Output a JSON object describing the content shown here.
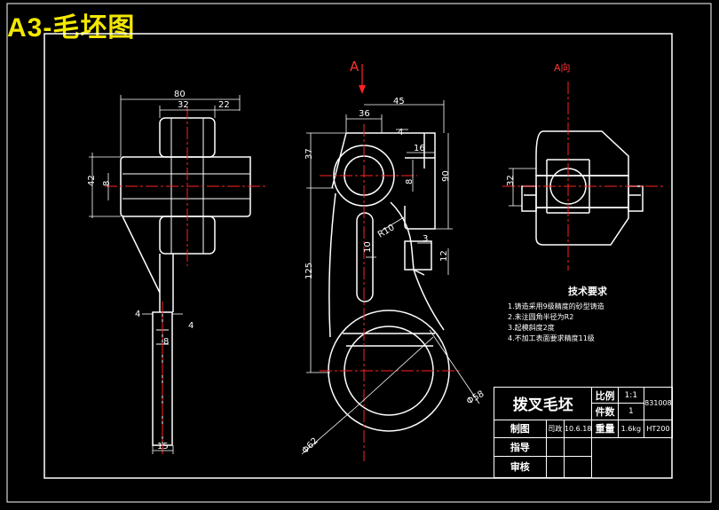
{
  "title": "A3-毛坯图",
  "colors": {
    "background": "#000000",
    "outline": "#ffffff",
    "centerline": "#ff2222",
    "title": "#f2e800"
  },
  "front_view": {
    "dim_80": "80",
    "dim_32": "32",
    "dim_22": "22",
    "dim_42": "42",
    "dim_8": "8",
    "dim_4_left": "4",
    "dim_4_right": "4",
    "dim_8_bottom": "8",
    "dim_15": "15"
  },
  "section_view": {
    "marker": "A",
    "dim_45": "45",
    "dim_36": "36",
    "dim_4": "4",
    "dim_16": "16",
    "dim_37": "37",
    "dim_8": "8",
    "dim_90": "90",
    "dim_r10": "R10",
    "dim_3": "3",
    "dim_12": "12",
    "dim_10": "10",
    "dim_125": "125",
    "dim_phi58": "Φ58",
    "dim_phi62": "Φ62"
  },
  "view_a": {
    "label": "A向",
    "dim_32": "32"
  },
  "technical_requirements": {
    "heading": "技术要求",
    "items": [
      "1.铸造采用9级精度的砂型铸造",
      "2.未注圆角半径为R2",
      "3.起模斜度2度",
      "4.不加工表面要求精度11级"
    ]
  },
  "title_block": {
    "part_name": "拨叉毛坯",
    "scale_label": "比例",
    "scale_value": "1:1",
    "qty_label": "件数",
    "qty_value": "1",
    "drawing_no": "831008",
    "drawn_label": "制图",
    "drawn_by": "司政",
    "date": "10.6.18",
    "weight_label": "重量",
    "weight_value": "1.6kg",
    "material": "HT200",
    "guide_label": "指导",
    "review_label": "审核"
  }
}
